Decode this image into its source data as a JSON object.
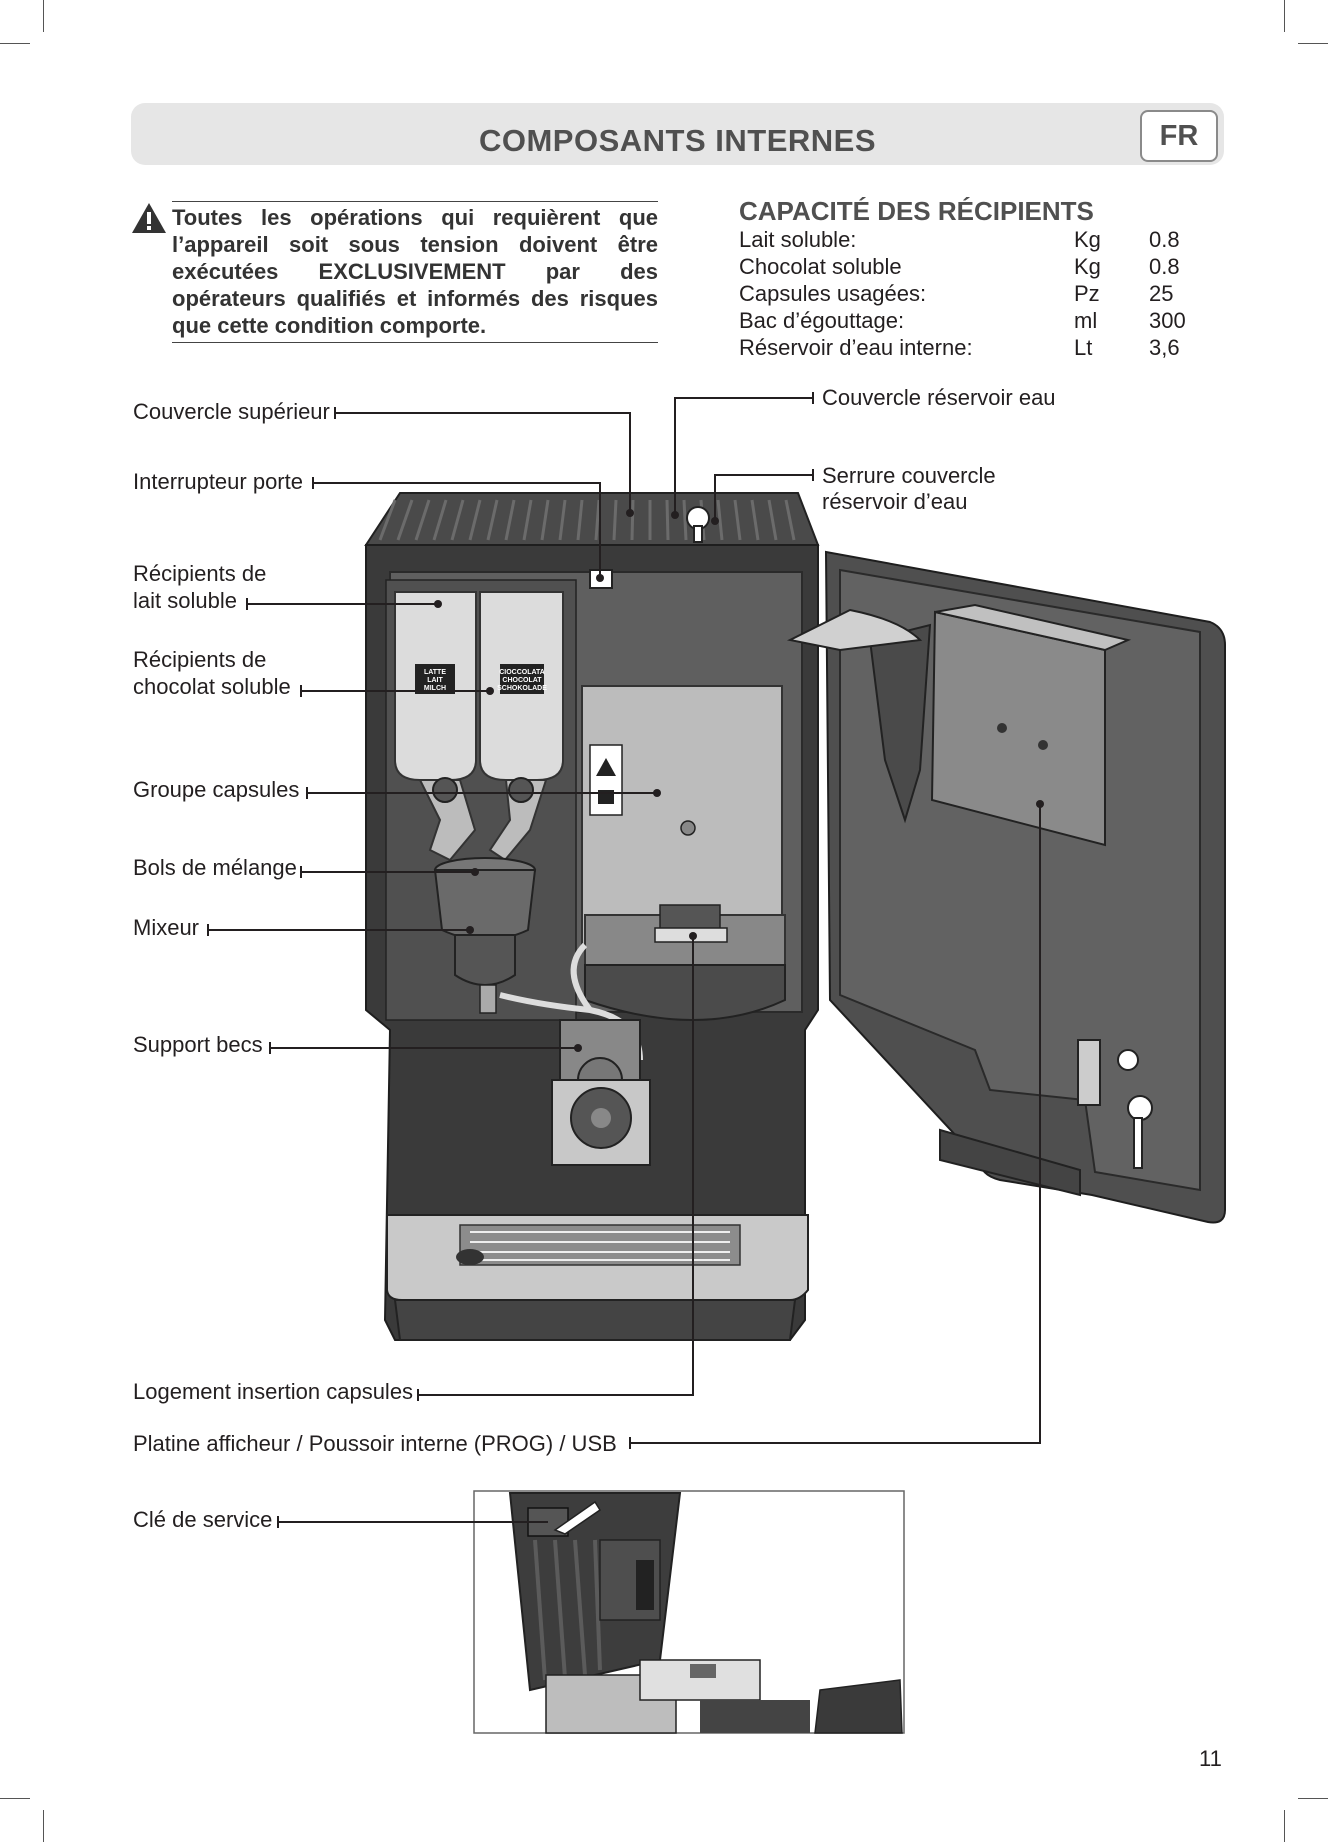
{
  "header": {
    "title": "COMPOSANTS INTERNES",
    "lang": "FR"
  },
  "warning": {
    "icon": "warning-triangle-icon",
    "text": "Toutes les opérations qui requièrent que l’appareil soit sous tension doivent être exécutées EXCLUSIVEMENT par des opérateurs qualifiés et informés des risques que cette condition comporte."
  },
  "capacity": {
    "title": "CAPACITÉ DES RÉCIPIENTS",
    "rows": [
      {
        "label": "Lait soluble:",
        "unit": "Kg",
        "value": "0.8"
      },
      {
        "label": "Chocolat soluble",
        "unit": "Kg",
        "value": "0.8"
      },
      {
        "label": "Capsules usagées:",
        "unit": "Pz",
        "value": "25"
      },
      {
        "label": "Bac d’égouttage:",
        "unit": "ml",
        "value": "300"
      },
      {
        "label": "Réservoir d’eau interne:",
        "unit": "Lt",
        "value": "3,6"
      }
    ]
  },
  "labels": {
    "couvercle_superieur": "Couvercle supérieur",
    "interrupteur_porte": "Interrupteur porte",
    "recipients_lait_1": "Récipients de",
    "recipients_lait_2": "lait soluble",
    "recipients_choco_1": "Récipients de",
    "recipients_choco_2": "chocolat soluble",
    "groupe_capsules": "Groupe capsules",
    "bols_melange": "Bols de mélange",
    "mixeur": "Mixeur",
    "support_becs": "Support becs",
    "logement_capsules": "Logement insertion capsules",
    "platine": "Platine afficheur / Poussoir interne (PROG) / USB",
    "cle_service": "Clé de service",
    "couvercle_reservoir": "Couvercle réservoir eau",
    "serrure_1": "Serrure couvercle",
    "serrure_2": "réservoir d’eau"
  },
  "product_labels": {
    "latte_1": "LATTE",
    "latte_2": "LAIT",
    "latte_3": "MILCH",
    "choco_1": "CIOCCOLATA",
    "choco_2": "CHOCOLAT",
    "choco_3": "SCHOKOLADE"
  },
  "page_number": "11"
}
